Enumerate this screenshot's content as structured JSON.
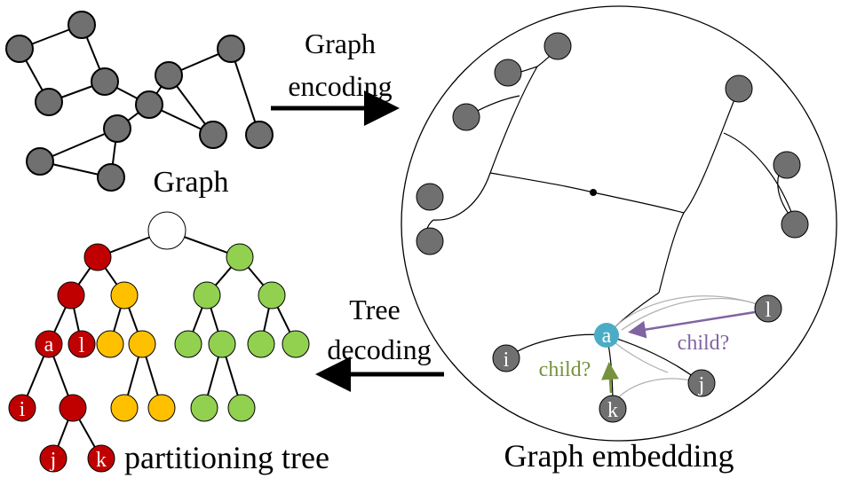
{
  "labels": {
    "graph": "Graph",
    "arrow_top_line1": "Graph",
    "arrow_top_line2": "encoding",
    "arrow_bottom_line1": "Tree",
    "arrow_bottom_line2": "decoding",
    "partitioning_tree": "partitioning tree",
    "graph_embedding": "Graph embedding",
    "child_query_1": "child?",
    "child_query_2": "child?"
  },
  "node_letters": {
    "a": "a",
    "l": "l",
    "i": "i",
    "j": "j",
    "k": "k"
  },
  "colors": {
    "graph_node": "#707070",
    "root_node": "#ffffff",
    "red_cluster": "#c00000",
    "yellow_cluster": "#ffc000",
    "green_cluster": "#92d050",
    "query_node": "#4bacc6",
    "purple_arrow": "#8064a2",
    "green_arrow": "#76923c"
  }
}
